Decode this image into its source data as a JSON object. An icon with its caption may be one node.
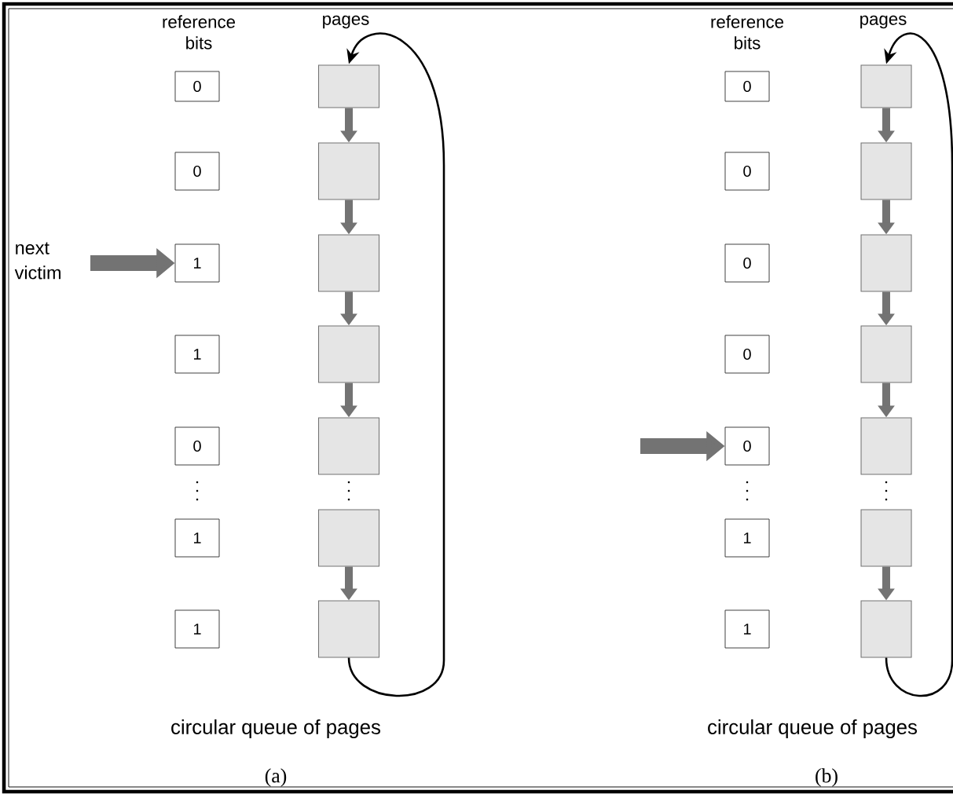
{
  "diagram": {
    "nodes": [
      {
        "text": [
          "next victim"
        ]
      },
      {
        "text": [
          "0"
        ]
      },
      {
        "text": [
          "0"
        ]
      },
      {
        "text": [
          "1"
        ]
      },
      {
        "text": [
          "1"
        ]
      },
      {
        "text": [
          "0"
        ]
      },
      {
        "text": [
          "1"
        ]
      },
      {
        "text": [
          "1"
        ]
      },
      {
        "text": [],
        "shape": "box"
      },
      {
        "text": [],
        "shape": "box"
      },
      {
        "text": [],
        "shape": "box"
      },
      {
        "text": [],
        "shape": "box"
      },
      {
        "text": [],
        "shape": "box"
      },
      {
        "text": [],
        "shape": "box"
      },
      {
        "text": [],
        "shape": "box"
      },
      {
        "text": [
          "0"
        ]
      },
      {
        "text": [
          "0"
        ]
      },
      {
        "text": [
          "0"
        ]
      },
      {
        "text": [
          "0"
        ]
      },
      {
        "text": [
          "0"
        ]
      },
      {
        "text": [
          "1"
        ]
      },
      {
        "text": [
          "1"
        ]
      },
      {
        "text": [],
        "shape": "box"
      },
      {
        "text": [],
        "shape": "box"
      },
      {
        "text": [],
        "shape": "box"
      },
      {
        "text": [],
        "shape": "box"
      },
      {
        "text": [],
        "shape": "box"
      },
      {
        "text": [],
        "shape": "box"
      },
      {
        "text": [],
        "shape": "box"
      }
    ],
    "edges": [
      {
        "from": 0,
        "to": 3,
        "arrow": "to",
        "style": "thick"
      },
      {
        "from": 8,
        "to": 9,
        "arrow": "to"
      },
      {
        "from": 9,
        "to": 10,
        "arrow": "to"
      },
      {
        "from": 10,
        "to": 11,
        "arrow": "to"
      },
      {
        "from": 11,
        "to": 12,
        "arrow": "to"
      },
      {
        "from": 13,
        "to": 14,
        "arrow": "to"
      },
      {
        "from": 14,
        "to": 8,
        "arrow": "to",
        "color": "#000000"
      },
      {
        "from": null,
        "to": 19,
        "arrow": "to",
        "style": "thick"
      },
      {
        "from": 22,
        "to": 23,
        "arrow": "to"
      },
      {
        "from": 23,
        "to": 24,
        "arrow": "to"
      },
      {
        "from": 24,
        "to": 25,
        "arrow": "to"
      },
      {
        "from": 25,
        "to": 26,
        "arrow": "to"
      },
      {
        "from": 27,
        "to": 28,
        "arrow": "to"
      },
      {
        "from": 28,
        "to": 22,
        "arrow": "to",
        "color": "#000000"
      }
    ],
    "labels": [
      "reference bits",
      "pages",
      "reference bits",
      "pages",
      "circular queue of pages",
      "(a)",
      "circular queue of pages",
      "(b)"
    ]
  }
}
